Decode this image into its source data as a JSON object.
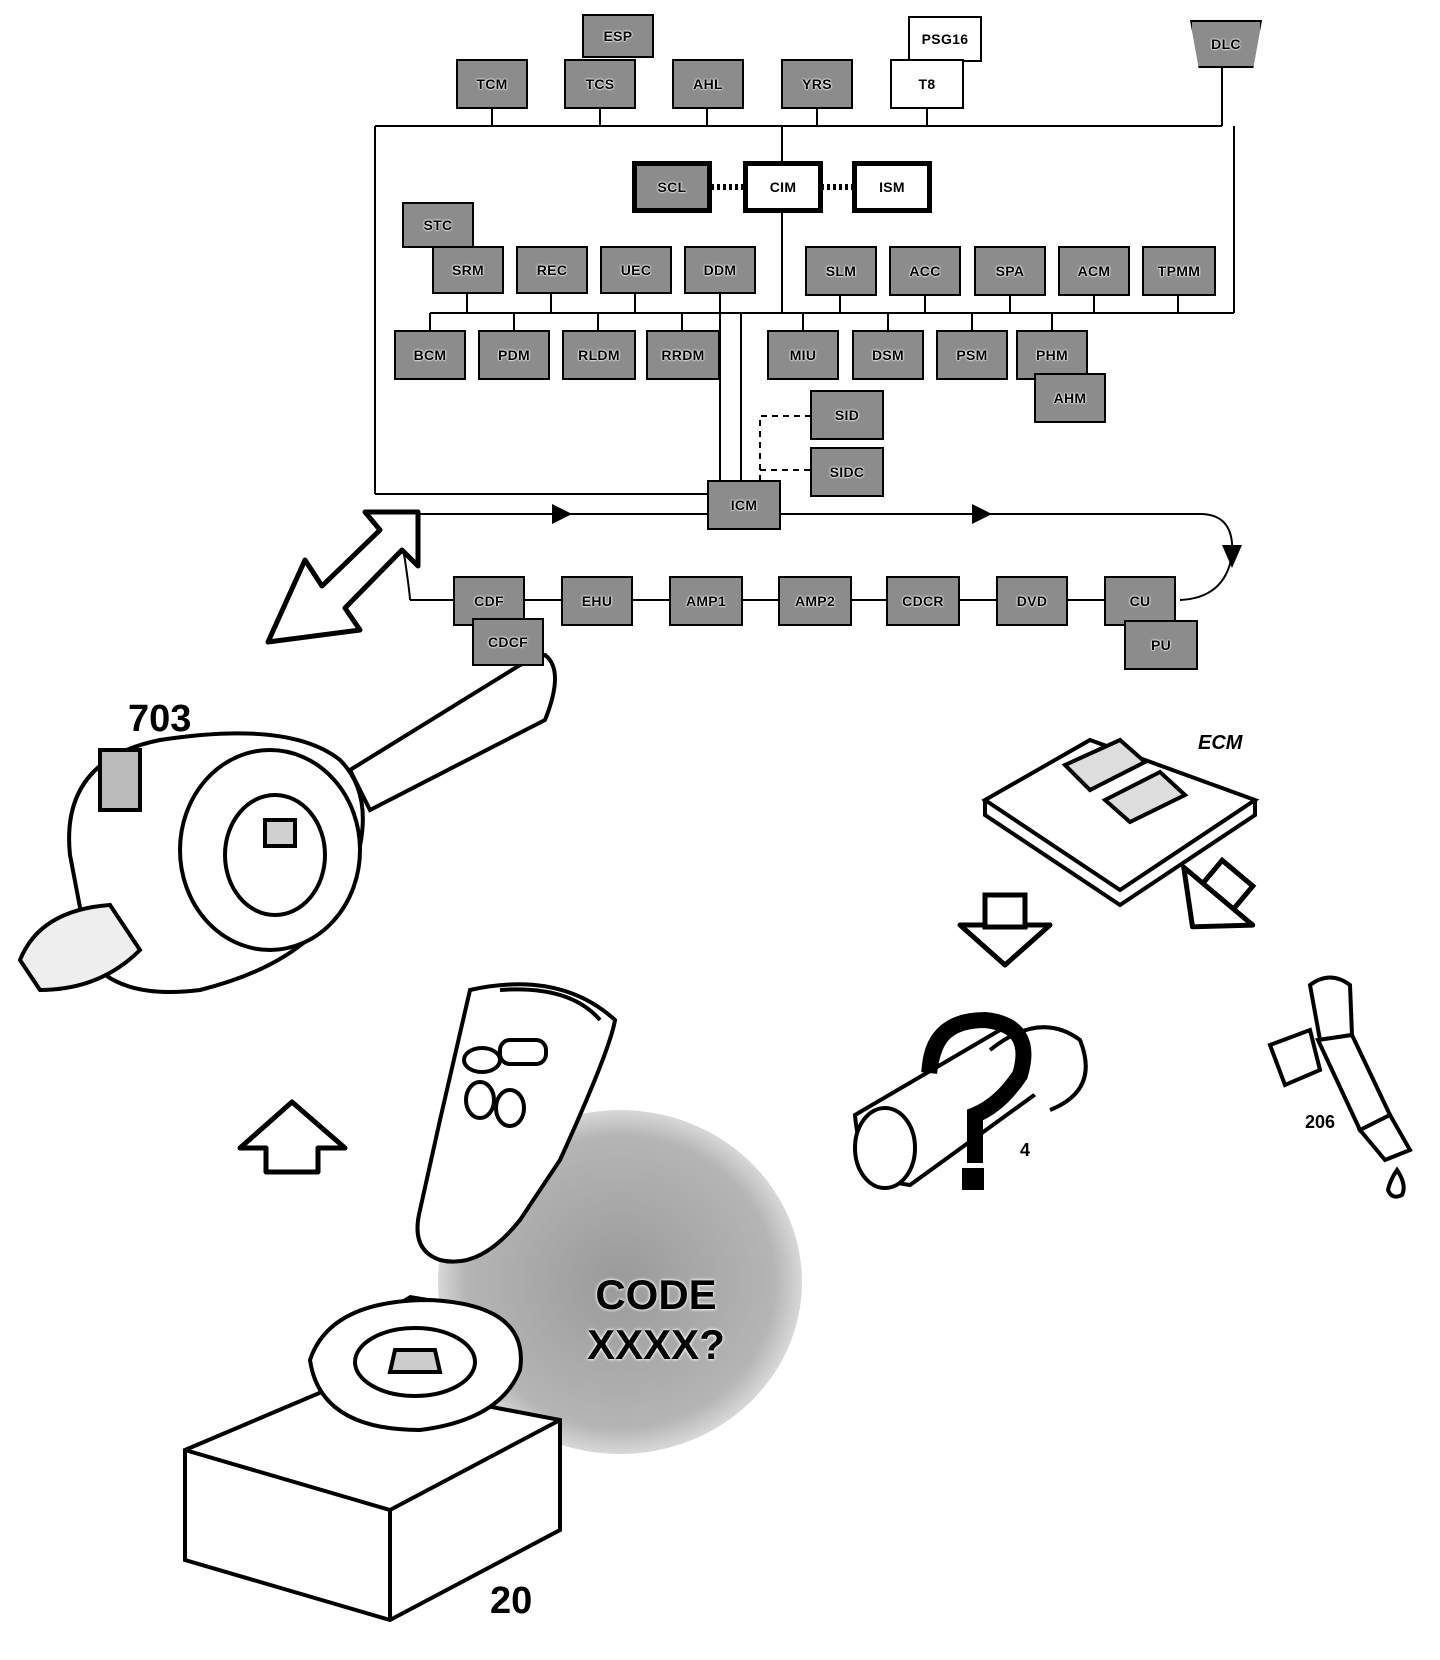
{
  "modules": {
    "esp": "ESP",
    "tcm": "TCM",
    "tcs": "TCS",
    "ahl": "AHL",
    "yrs": "YRS",
    "psg16": "PSG16",
    "t8": "T8",
    "dlc": "DLC",
    "scl": "SCL",
    "cim": "CIM",
    "ism": "ISM",
    "stc": "STC",
    "srm": "SRM",
    "rec": "REC",
    "uec": "UEC",
    "ddm": "DDM",
    "slm": "SLM",
    "acc": "ACC",
    "spa": "SPA",
    "acm": "ACM",
    "tpmm": "TPMM",
    "bcm": "BCM",
    "pdm": "PDM",
    "rldm": "RLDM",
    "rrdm": "RRDM",
    "miu": "MIU",
    "dsm": "DSM",
    "psm": "PSM",
    "phm": "PHM",
    "ahm": "AHM",
    "sid": "SID",
    "sidc": "SIDC",
    "icm": "ICM",
    "cdf": "CDF",
    "cdcf": "CDCF",
    "ehu": "EHU",
    "amp1": "AMP1",
    "amp2": "AMP2",
    "cdcr": "CDCR",
    "dvd": "DVD",
    "cu": "CU",
    "pu": "PU"
  },
  "components": {
    "steering_module_number": "703",
    "ignition_switch_number": "20",
    "ecm_label": "ECM",
    "starter_motor_number": "4",
    "injector_number": "206"
  },
  "code_prompt": {
    "line1": "CODE",
    "line2": "XXXX?"
  },
  "colors": {
    "module_fill": "#8c8c8c",
    "line": "#000000",
    "halo": "#b5b5b5"
  }
}
